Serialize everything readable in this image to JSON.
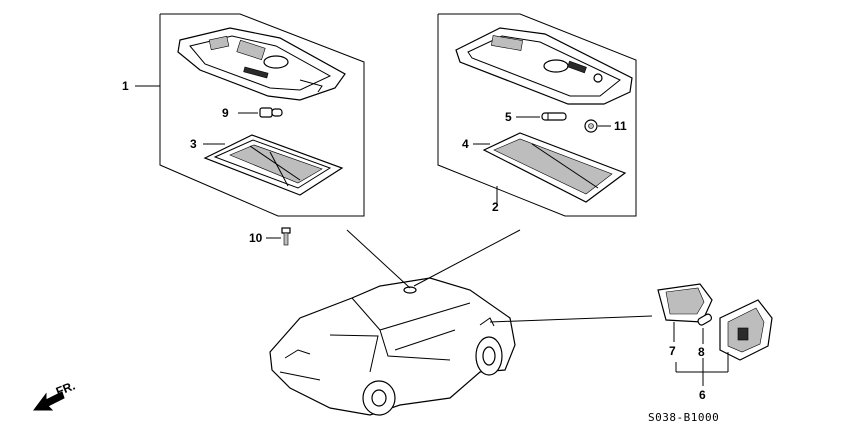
{
  "callouts": {
    "c1": "1",
    "c2": "2",
    "c3": "3",
    "c4": "4",
    "c5": "5",
    "c6": "6",
    "c7": "7",
    "c8": "8",
    "c9": "9",
    "c10": "10",
    "c11": "11"
  },
  "direction_label": "FR.",
  "diagram_code": "S038-B1000",
  "icons": [
    "front-direction-arrow-icon"
  ]
}
